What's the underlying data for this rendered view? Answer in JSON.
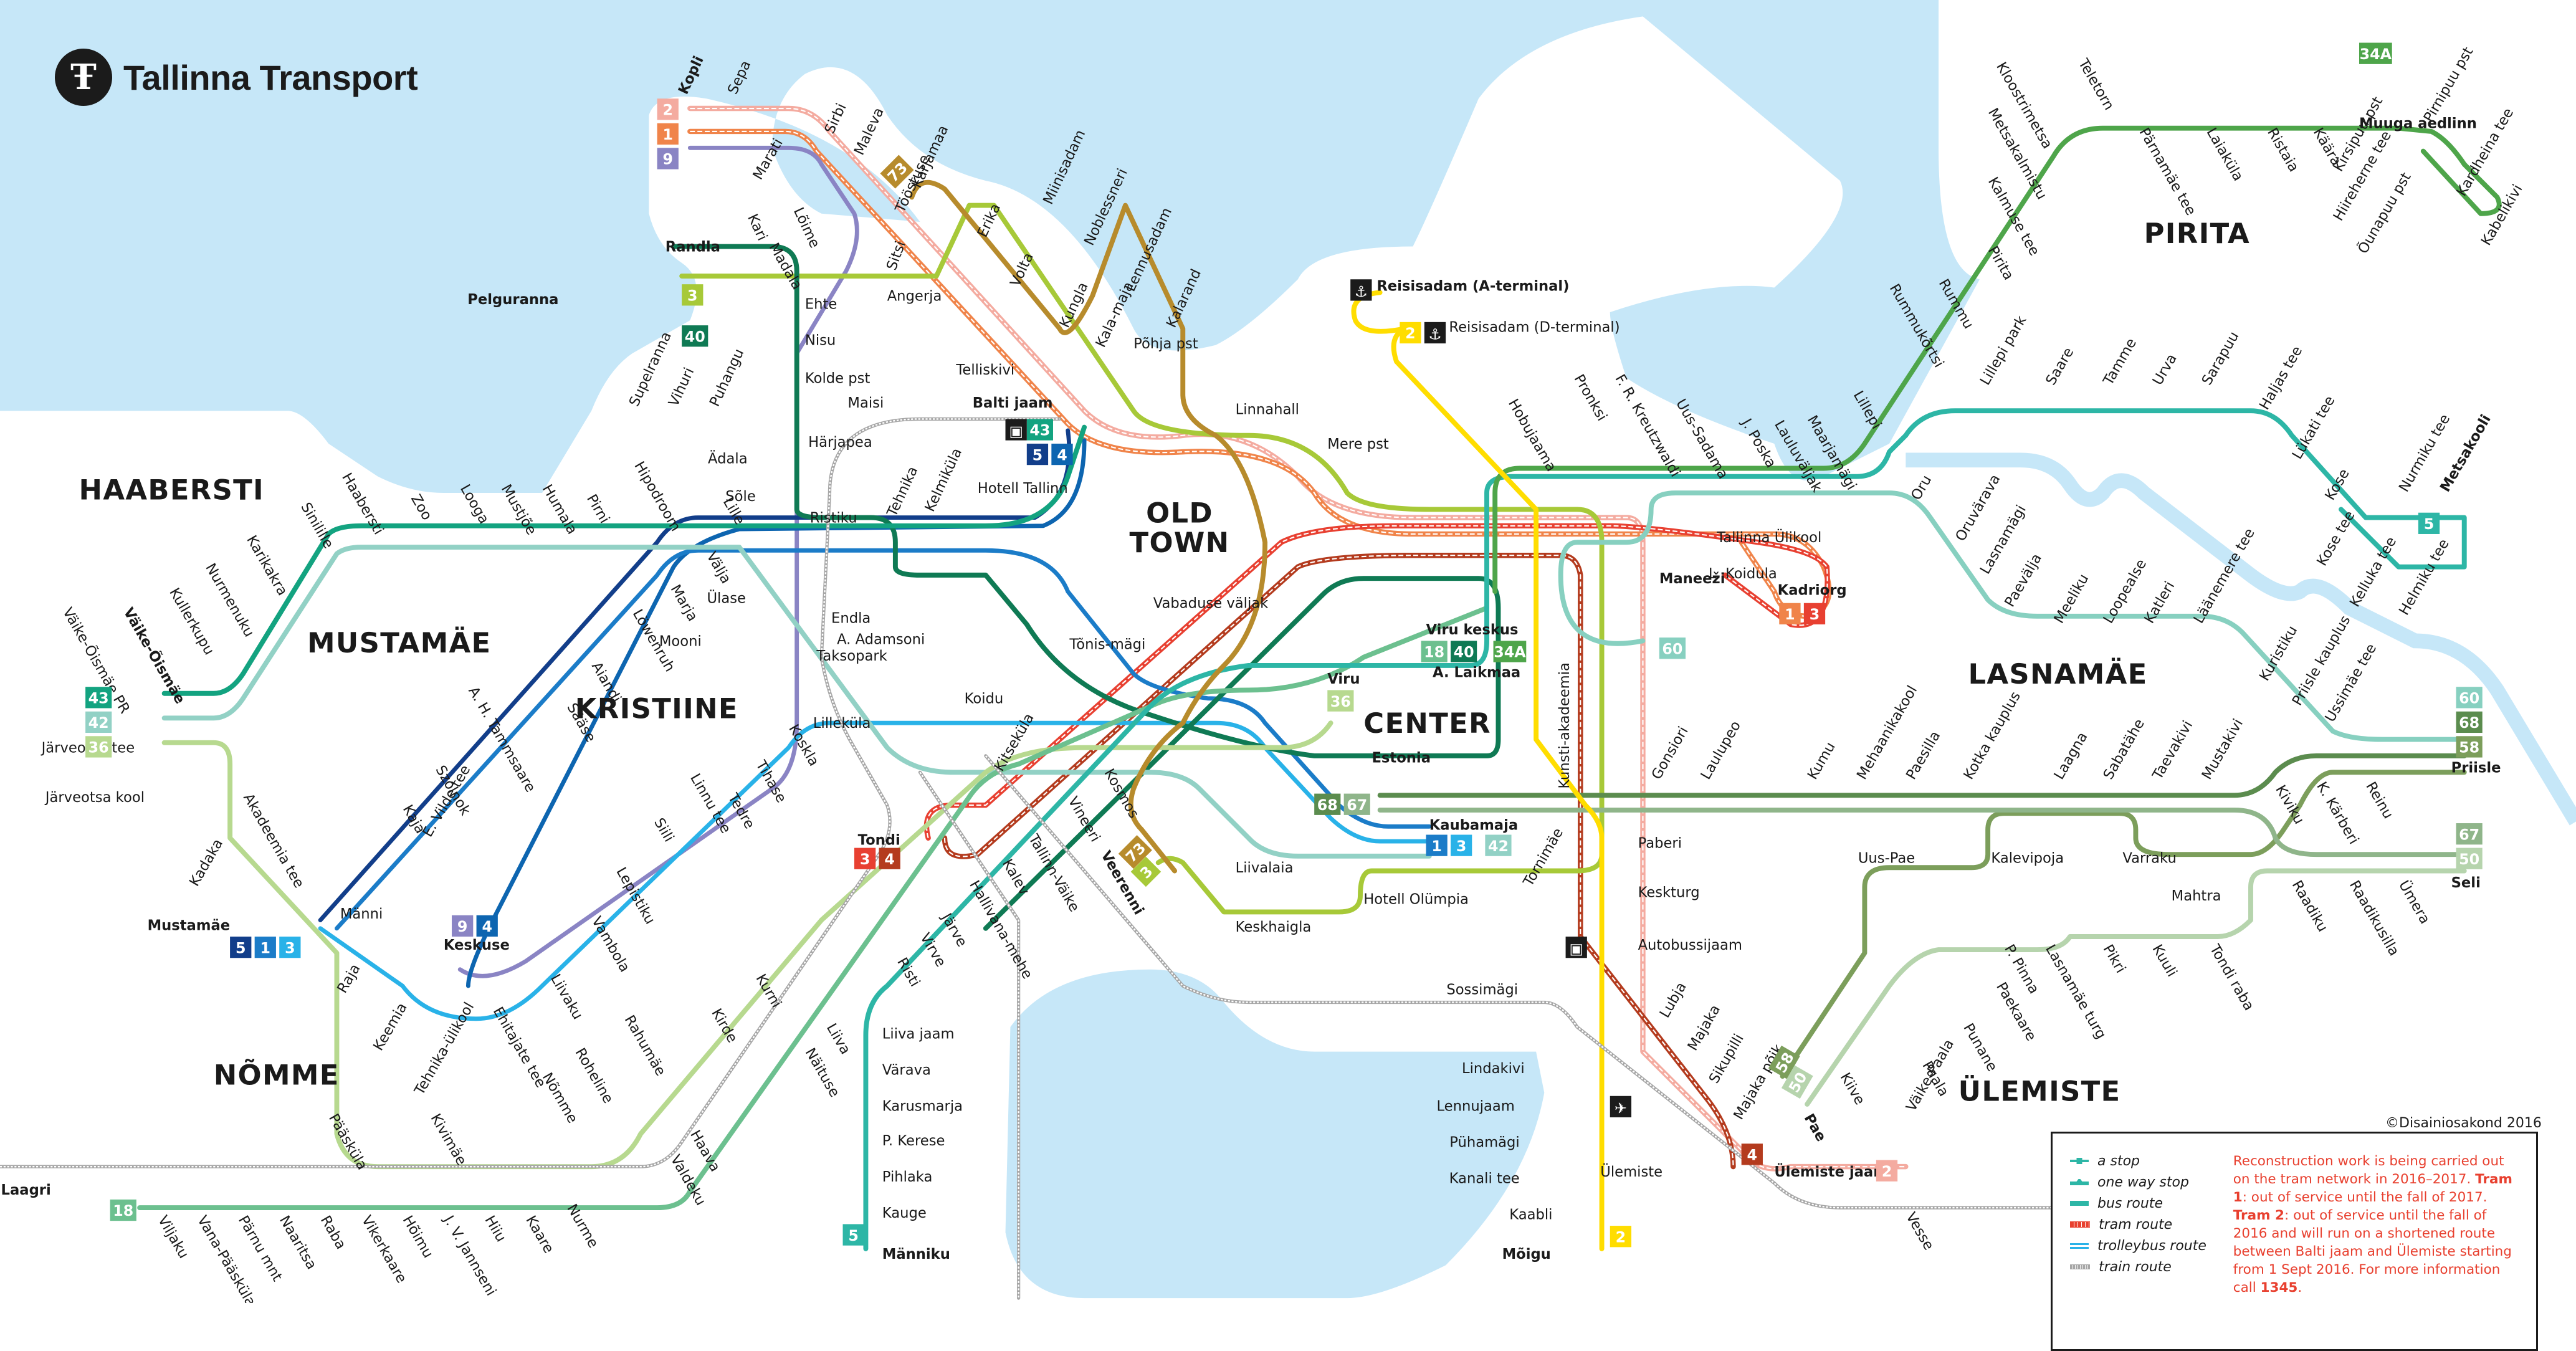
{
  "header": {
    "title": "Tallinna Transport",
    "logo_icon": "tallinna-transport-logo-icon"
  },
  "colors": {
    "sea": "#c6e7f8",
    "tram1": "#f0844a",
    "tram2": "#f4aba0",
    "tram3": "#e84031",
    "tram4": "#b43b1e",
    "bus3": "#a7c938",
    "bus5": "#2db6a6",
    "bus18": "#6cc08f",
    "bus34A": "#4ea54a",
    "bus36": "#b7d98f",
    "bus40": "#0f7a54",
    "bus42": "#92d1c5",
    "bus43": "#13a380",
    "bus50": "#b6d4ad",
    "bus58": "#7c9e5b",
    "bus60": "#87d0c0",
    "bus67": "#8fb58a",
    "bus68": "#5b8c4e",
    "bus73": "#b78b2c",
    "trolley1": "#1b7cc8",
    "trolley3": "#29b2e8",
    "trolley4": "#0d65b0",
    "trolley5": "#123e8a",
    "trolley9": "#8a84c4",
    "train": "#a6a6a6",
    "bus2": "#ffdd00",
    "text": "#1b1b1b",
    "notice": "#e8402f"
  },
  "districts": [
    "HAABERSTI",
    "MUSTAMÄE",
    "KRISTIINE",
    "NÕMME",
    "OLD TOWN",
    "CENTER",
    "PIRITA",
    "LASNAMÄE",
    "ÜLEMISTE"
  ],
  "lines": [
    {
      "id": "tram-2",
      "mode": "tram",
      "label": "2",
      "terminals": [
        "Kopli",
        "Reisisadam (D-terminal)",
        "Ülemiste"
      ]
    },
    {
      "id": "tram-1",
      "mode": "tram",
      "label": "1",
      "terminals": [
        "Kopli",
        "Kadriorg"
      ]
    },
    {
      "id": "tram-3",
      "mode": "tram",
      "label": "3",
      "terminals": [
        "Tondi",
        "Kadriorg"
      ]
    },
    {
      "id": "tram-4",
      "mode": "tram",
      "label": "4",
      "terminals": [
        "Tondi",
        "Ülemiste jaam"
      ]
    },
    {
      "id": "trolley-9",
      "mode": "trolleybus",
      "label": "9",
      "terminals": [
        "Kopli",
        "Keskuse"
      ]
    },
    {
      "id": "trolley-4",
      "mode": "trolleybus",
      "label": "4",
      "terminals": [
        "Balti jaam",
        "Keskuse"
      ]
    },
    {
      "id": "trolley-5",
      "mode": "trolleybus",
      "label": "5",
      "terminals": [
        "Balti jaam",
        "Mustamäe"
      ]
    },
    {
      "id": "trolley-1",
      "mode": "trolleybus",
      "label": "1",
      "terminals": [
        "Kaubamaja",
        "Mustamäe"
      ]
    },
    {
      "id": "trolley-3",
      "mode": "trolleybus",
      "label": "3",
      "terminals": [
        "Kaubamaja",
        "Mustamäe"
      ]
    },
    {
      "id": "bus-3",
      "mode": "bus",
      "label": "3",
      "terminals": [
        "Pelguranna",
        "Veerenni"
      ]
    },
    {
      "id": "bus-40",
      "mode": "bus",
      "label": "40",
      "terminals": [
        "Pelguranna",
        "Viru keskus"
      ]
    },
    {
      "id": "bus-73",
      "mode": "bus",
      "label": "73",
      "terminals": [
        "Tööstuse",
        "Veerenni"
      ]
    },
    {
      "id": "bus-43",
      "mode": "bus",
      "label": "43",
      "terminals": [
        "Väike-Õismäe",
        "Balti jaam"
      ]
    },
    {
      "id": "bus-42",
      "mode": "bus",
      "label": "42",
      "terminals": [
        "Väike-Õismäe",
        "Kaubamaja"
      ]
    },
    {
      "id": "bus-36",
      "mode": "bus",
      "label": "36",
      "terminals": [
        "Väike-Õismäe",
        "Viru"
      ]
    },
    {
      "id": "bus-18",
      "mode": "bus",
      "label": "18",
      "terminals": [
        "Laagri",
        "Viru keskus"
      ]
    },
    {
      "id": "bus-5",
      "mode": "bus",
      "label": "5",
      "terminals": [
        "Männiku",
        "Metsakooli"
      ]
    },
    {
      "id": "bus-34A",
      "mode": "bus",
      "label": "34A",
      "terminals": [
        "Viru keskus",
        "Muuga aedlinn"
      ]
    },
    {
      "id": "bus-60",
      "mode": "bus",
      "label": "60",
      "terminals": [
        "Maneeži",
        "Priisle"
      ]
    },
    {
      "id": "bus-68",
      "mode": "bus",
      "label": "68",
      "terminals": [
        "Estonia",
        "Priisle"
      ]
    },
    {
      "id": "bus-58",
      "mode": "bus",
      "label": "58",
      "terminals": [
        "Pae",
        "Priisle"
      ]
    },
    {
      "id": "bus-67",
      "mode": "bus",
      "label": "67",
      "terminals": [
        "Estonia",
        "Seli"
      ]
    },
    {
      "id": "bus-50",
      "mode": "bus",
      "label": "50",
      "terminals": [
        "Pae",
        "Seli"
      ]
    },
    {
      "id": "bus-2",
      "mode": "bus",
      "label": "2",
      "terminals": [
        "Reisisadam (A-terminal)",
        "Mõigu"
      ]
    }
  ],
  "badges": [
    {
      "group": "Kopli",
      "labels": [
        "2",
        "1",
        "9"
      ],
      "lines": [
        "tram-2",
        "tram-1",
        "trolley-9"
      ]
    },
    {
      "group": "Pelguranna",
      "labels": [
        "3",
        "40"
      ],
      "lines": [
        "bus-3",
        "bus-40"
      ]
    },
    {
      "group": "Tööstuse",
      "labels": [
        "73"
      ],
      "lines": [
        "bus-73"
      ]
    },
    {
      "group": "Balti jaam",
      "labels": [
        "43",
        "5",
        "4"
      ],
      "lines": [
        "bus-43",
        "trolley-5",
        "trolley-4"
      ],
      "icon": "train-icon"
    },
    {
      "group": "Väike-Õismäe",
      "labels": [
        "43",
        "42",
        "36"
      ],
      "lines": [
        "bus-43",
        "bus-42",
        "bus-36"
      ]
    },
    {
      "group": "Mustamäe",
      "labels": [
        "5",
        "1",
        "3"
      ],
      "lines": [
        "trolley-5",
        "trolley-1",
        "trolley-3"
      ]
    },
    {
      "group": "Keskuse",
      "labels": [
        "9",
        "4"
      ],
      "lines": [
        "trolley-9",
        "trolley-4"
      ]
    },
    {
      "group": "Laagri",
      "labels": [
        "18"
      ],
      "lines": [
        "bus-18"
      ]
    },
    {
      "group": "Männiku",
      "labels": [
        "5"
      ],
      "lines": [
        "bus-5"
      ]
    },
    {
      "group": "Tondi",
      "labels": [
        "3",
        "4"
      ],
      "lines": [
        "tram-3",
        "tram-4"
      ]
    },
    {
      "group": "Veerenni",
      "labels": [
        "73",
        "3"
      ],
      "lines": [
        "bus-73",
        "bus-3"
      ]
    },
    {
      "group": "Viru",
      "labels": [
        "36"
      ],
      "lines": [
        "bus-36"
      ]
    },
    {
      "group": "Viru keskus",
      "labels": [
        "18",
        "40",
        "34A"
      ],
      "lines": [
        "bus-18",
        "bus-40",
        "bus-34A"
      ]
    },
    {
      "group": "Estonia",
      "labels": [
        "68",
        "67"
      ],
      "lines": [
        "bus-68",
        "bus-67"
      ]
    },
    {
      "group": "Kaubamaja",
      "labels": [
        "1",
        "3",
        "42"
      ],
      "lines": [
        "trolley-1",
        "trolley-3",
        "bus-42"
      ]
    },
    {
      "group": "Maneeži",
      "labels": [
        "60"
      ],
      "lines": [
        "bus-60"
      ]
    },
    {
      "group": "Kadriorg",
      "labels": [
        "1",
        "3"
      ],
      "lines": [
        "tram-1",
        "tram-3"
      ]
    },
    {
      "group": "Reisisadam (D-terminal)",
      "labels": [
        "2"
      ],
      "lines": [
        "bus-2"
      ],
      "icon": "anchor-icon"
    },
    {
      "group": "Reisisadam (A-terminal)",
      "labels": [],
      "lines": [],
      "icon": "anchor-icon"
    },
    {
      "group": "Muuga aedlinn",
      "labels": [
        "34A"
      ],
      "lines": [
        "bus-34A"
      ]
    },
    {
      "group": "Metsakooli",
      "labels": [
        "5"
      ],
      "lines": [
        "bus-5"
      ]
    },
    {
      "group": "Priisle",
      "labels": [
        "60",
        "68",
        "58"
      ],
      "lines": [
        "bus-60",
        "bus-68",
        "bus-58"
      ]
    },
    {
      "group": "Seli",
      "labels": [
        "67",
        "50"
      ],
      "lines": [
        "bus-67",
        "bus-50"
      ]
    },
    {
      "group": "Pae",
      "labels": [
        "58",
        "50"
      ],
      "lines": [
        "bus-58",
        "bus-50"
      ]
    },
    {
      "group": "Ülemiste jaam",
      "labels": [
        "4"
      ],
      "lines": [
        "tram-4"
      ]
    },
    {
      "group": "Ülemiste",
      "labels": [
        "2"
      ],
      "lines": [
        "tram-2"
      ]
    },
    {
      "group": "Mõigu",
      "labels": [
        "2"
      ],
      "lines": [
        "bus-2"
      ]
    }
  ],
  "stops": [
    "Kopli",
    "Sepa",
    "Marati",
    "Sirbi",
    "Maleva",
    "Lõime",
    "Madala",
    "Tööstuse",
    "Karjamaa",
    "Erika",
    "Volta",
    "Miinisadam",
    "Noblessneri",
    "Kungla",
    "Kala-maja",
    "Lennusadam",
    "Põhja pst",
    "Kalarand",
    "Linnahall",
    "Mere pst",
    "Sitsi",
    "Angerja",
    "Telliskivi",
    "Randla",
    "Kari",
    "Pelguranna",
    "Supelranna",
    "Vihuri",
    "Puhangu",
    "Ehte",
    "Nisu",
    "Kolde pst",
    "Maisi",
    "Ädala",
    "Härjapea",
    "Sõle",
    "Balti jaam",
    "Hotell Tallinn",
    "Tehnika",
    "Kelmiküla",
    "Ristiku",
    "Ülase",
    "Endla",
    "Taksopark",
    "A. Adamsoni",
    "Tõnis-mägi",
    "Vabaduse väljak",
    "Koidu",
    "Lilleküla",
    "Mooni",
    "Haabersti",
    "Sinilille",
    "Zoo",
    "Looga",
    "Mustjõe",
    "Humala",
    "Pirni",
    "Hipodroom",
    "Lille",
    "Välja",
    "Karikakra",
    "Nurmenuku",
    "Kullerkupu",
    "Väike-Õismäe",
    "Väike-Õismäe PR",
    "Järveotsa tee",
    "Järveotsa kool",
    "Akadeemia tee",
    "Kadaka",
    "Marja",
    "Löwenruh",
    "Aiandi",
    "Sääse",
    "A. H. Tammsaare",
    "Szolnok",
    "Kaja",
    "E. Vilde tee",
    "Mustamäe",
    "Männi",
    "Keskuse",
    "Raja",
    "Keemia",
    "Tehnika-ülikool",
    "Ehitajate tee",
    "Liivaku",
    "Vambola",
    "Lepistiku",
    "Siili",
    "Linnu tee",
    "Tedre",
    "Tihase",
    "Koskla",
    "Laagri",
    "Viljaku",
    "Vana-Pääsküla",
    "Pärnu mnt",
    "Naaritsa",
    "Raba",
    "Vikerkaare",
    "Hõimu",
    "J. V. Jannseni",
    "Hiiu",
    "Kaare",
    "Nurme",
    "Valdeku",
    "Haava",
    "Näituse",
    "Liiva",
    "Pääsküla",
    "Kivimäe",
    "Nõmme",
    "Roheline",
    "Rahumäe",
    "Kirde",
    "Kurni",
    "Kitseküla",
    "Tondi",
    "Kosmos",
    "Vineeri",
    "Tallinn-Väike",
    "Kalev",
    "Hallivana-mehe",
    "Järve",
    "Virve",
    "Risti",
    "Liiva jaam",
    "Värava",
    "Karusmarja",
    "P. Kerese",
    "Pihlaka",
    "Kauge",
    "Männiku",
    "Veerenni",
    "Liivalaia",
    "Keskhaigla",
    "Hotell Olümpia",
    "Viru",
    "Viru keskus",
    "A. Laikmaa",
    "Estonia",
    "Kaubamaja",
    "Reisisadam (A-terminal)",
    "Reisisadam (D-terminal)",
    "Hobujaama",
    "Pronksi",
    "F. R. Kreutzwaldi",
    "Uus-Sadama",
    "J. Poska",
    "Lauluväljak",
    "Maarjamägi",
    "Lillepi",
    "Rummukõrtsi",
    "Rummu",
    "Pirita",
    "Kalmuse tee",
    "Metsakalmistu",
    "Kloostrimetsa",
    "Teletorn",
    "Pärnamäe tee",
    "Laiaküla",
    "Ristaia",
    "Käära",
    "Muuga aedlinn",
    "Pirnipuu pst",
    "Kardheina tee",
    "Kabelikivi",
    "Õunapuu pst",
    "Hiireherne tee",
    "Kirsipuu pst",
    "Tallinna Ülikool",
    "L. Koidula",
    "Kadriorg",
    "Maneeži",
    "Oru",
    "Oruvärava",
    "Lasnamägi",
    "Paevälja",
    "Meeliku",
    "Loopealse",
    "Katleri",
    "Läänemere tee",
    "Kuristiku",
    "Priisle kauplus",
    "Ussimäe tee",
    "Priisle",
    "Lillepi park",
    "Saare",
    "Tamme",
    "Urva",
    "Sarapuu",
    "Haljas tee",
    "Lükati tee",
    "Kose",
    "Nurmiku tee",
    "Metsakooli",
    "Kose tee",
    "Kelluka tee",
    "Helmiku tee",
    "Kunsti-akadeemia",
    "Gonsiori",
    "Laulupeo",
    "Kumu",
    "Mehaanikakool",
    "Paesilla",
    "Kotka kauplus",
    "Laagna",
    "Sabatähe",
    "Taevakivi",
    "Mustakivi",
    "K. Kärberi",
    "Reinu",
    "Kiviku",
    "Seli",
    "Uus-Pae",
    "Kalevipoja",
    "Varraku",
    "Mahtra",
    "Raadiku",
    "Raadikusilla",
    "Ümera",
    "P. Pinna",
    "Lasnamäe turg",
    "Pikri",
    "Kuuli",
    "Tondi raba",
    "Paekaare",
    "Punane",
    "Paala",
    "Kiive",
    "Väike-Paala",
    "Pae",
    "Tornimäe",
    "Paberi",
    "Keskturg",
    "Autobussijaam",
    "Sossimägi",
    "Lubja",
    "Majaka",
    "Sikupilli",
    "Majaka põik",
    "Lindakivi",
    "Lennujaam",
    "Pühamägi",
    "Kanali tee",
    "Kaabli",
    "Mõigu",
    "Ülemiste",
    "Ülemiste jaam",
    "Vesse"
  ],
  "legend": {
    "keys": [
      {
        "label": "a stop",
        "icon": "stop-icon"
      },
      {
        "label": "one way stop",
        "icon": "one-way-stop-icon"
      },
      {
        "label": "bus route",
        "icon": "bus-route-icon"
      },
      {
        "label": "tram route",
        "icon": "tram-route-icon"
      },
      {
        "label": "trolleybus route",
        "icon": "trolleybus-route-icon"
      },
      {
        "label": "train route",
        "icon": "train-route-icon"
      }
    ],
    "notice": {
      "part1": "Reconstruction work is being carried out on the tram network in 2016–2017. ",
      "tram1_label": "Tram 1",
      "part2": ": out of service until the fall of 2017. ",
      "tram2_label": "Tram 2",
      "part3": ": out of service until the fall of 2016 and will run on a shortened route between Balti jaam and Ülemiste starting from 1 Sept 2016. For more information call ",
      "phone": "1345",
      "part4": "."
    }
  },
  "copyright": "©Disainiosakond 2016"
}
